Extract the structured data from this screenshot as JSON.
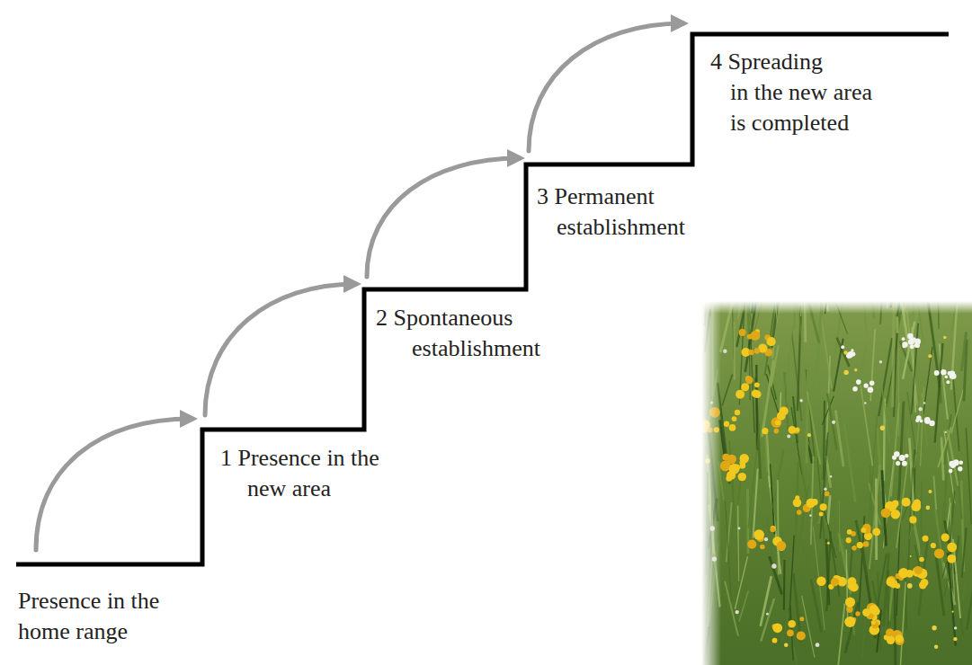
{
  "diagram": {
    "labels": [
      "Presence in the home range",
      "1 Presence in the new area",
      "2 Spontaneous establishment",
      "3 Permanent establishment",
      "4 Spreading in the new area is completed"
    ]
  }
}
